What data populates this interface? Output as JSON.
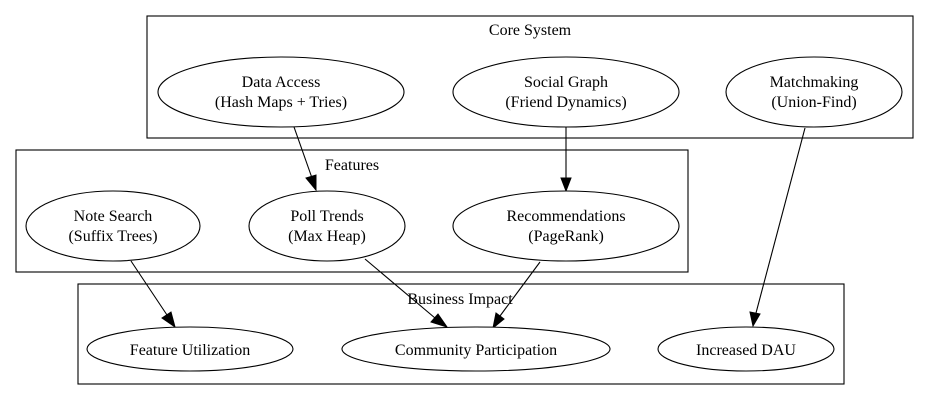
{
  "clusters": {
    "core": "Core System",
    "features": "Features",
    "business": "Business Impact"
  },
  "nodes": {
    "data_access": {
      "line1": "Data Access",
      "line2": "(Hash Maps + Tries)"
    },
    "social_graph": {
      "line1": "Social Graph",
      "line2": "(Friend Dynamics)"
    },
    "matchmaking": {
      "line1": "Matchmaking",
      "line2": "(Union-Find)"
    },
    "note_search": {
      "line1": "Note Search",
      "line2": "(Suffix Trees)"
    },
    "poll_trends": {
      "line1": "Poll Trends",
      "line2": "(Max Heap)"
    },
    "recommendations": {
      "line1": "Recommendations",
      "line2": "(PageRank)"
    },
    "feature_utilization": {
      "line1": "Feature Utilization"
    },
    "community_participation": {
      "line1": "Community Participation"
    },
    "increased_dau": {
      "line1": "Increased DAU"
    }
  },
  "edges": [
    {
      "from": "Data Access",
      "to": "Poll Trends"
    },
    {
      "from": "Social Graph",
      "to": "Recommendations"
    },
    {
      "from": "Matchmaking",
      "to": "Increased DAU"
    },
    {
      "from": "Note Search",
      "to": "Feature Utilization"
    },
    {
      "from": "Poll Trends",
      "to": "Community Participation"
    },
    {
      "from": "Recommendations",
      "to": "Community Participation"
    }
  ]
}
